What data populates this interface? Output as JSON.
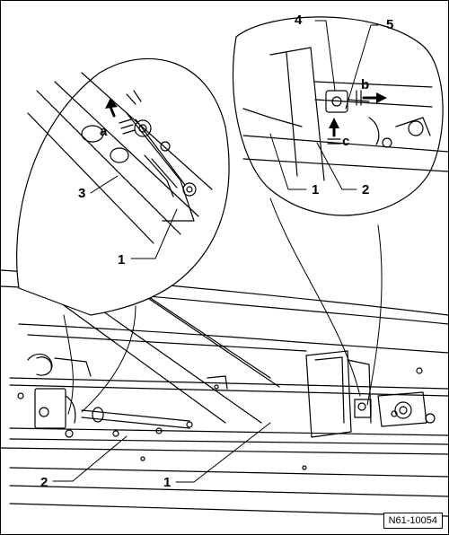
{
  "figure": {
    "reference_code": "N61-10054",
    "callouts": {
      "left_detail": {
        "a": "a",
        "three": "3",
        "one": "1"
      },
      "right_detail": {
        "four": "4",
        "five": "5",
        "b": "b",
        "c": "c",
        "one": "1",
        "two": "2"
      },
      "main_view": {
        "two": "2",
        "one": "1"
      }
    }
  }
}
